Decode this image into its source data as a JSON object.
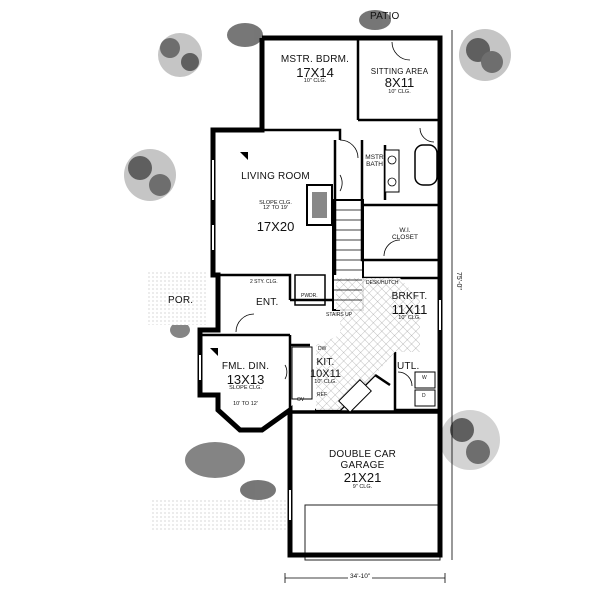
{
  "rooms": {
    "patio": {
      "name": "PATIO"
    },
    "master_bedroom": {
      "name": "MSTR. BDRM.",
      "size": "17X14",
      "ceiling": "10\" CLG."
    },
    "sitting_area": {
      "name": "SITTING AREA",
      "size": "8X11",
      "ceiling": "10\" CLG."
    },
    "master_bath": {
      "name": "MSTR",
      "name2": "BATH"
    },
    "walk_in_closet": {
      "name": "W.I.",
      "name2": "CLOSET"
    },
    "living_room": {
      "name": "LIVING ROOM",
      "ceiling": "SLOPE CLG.",
      "ceiling2": "12' TO 19'",
      "size": "17X20"
    },
    "porch": {
      "name": "POR."
    },
    "entry": {
      "name": "ENT.",
      "ceiling": "2 STY. CLG."
    },
    "powder": {
      "name": "PWDR."
    },
    "desk_hutch": {
      "name": "DESK/HUTCH"
    },
    "breakfast": {
      "name": "BRKFT.",
      "size": "11X11",
      "ceiling": "10\" CLG."
    },
    "stairs": {
      "name": "STAIRS UP"
    },
    "dining": {
      "name": "FML. DIN.",
      "size": "13X13",
      "ceiling": "SLOPE CLG.",
      "ceiling2": "10' TO 12'"
    },
    "kitchen": {
      "name": "KIT.",
      "size": "10X11",
      "ceiling": "10\" CLG.",
      "dw": "DW",
      "ov": "OV",
      "ref": "REF"
    },
    "utility": {
      "name": "UTL.",
      "w": "W",
      "d": "D"
    },
    "garage": {
      "name": "DOUBLE CAR",
      "name2": "GARAGE",
      "size": "21X21",
      "ceiling": "9\" CLG."
    }
  },
  "dimensions": {
    "width": "34'-10\"",
    "depth": "75'-0\""
  }
}
